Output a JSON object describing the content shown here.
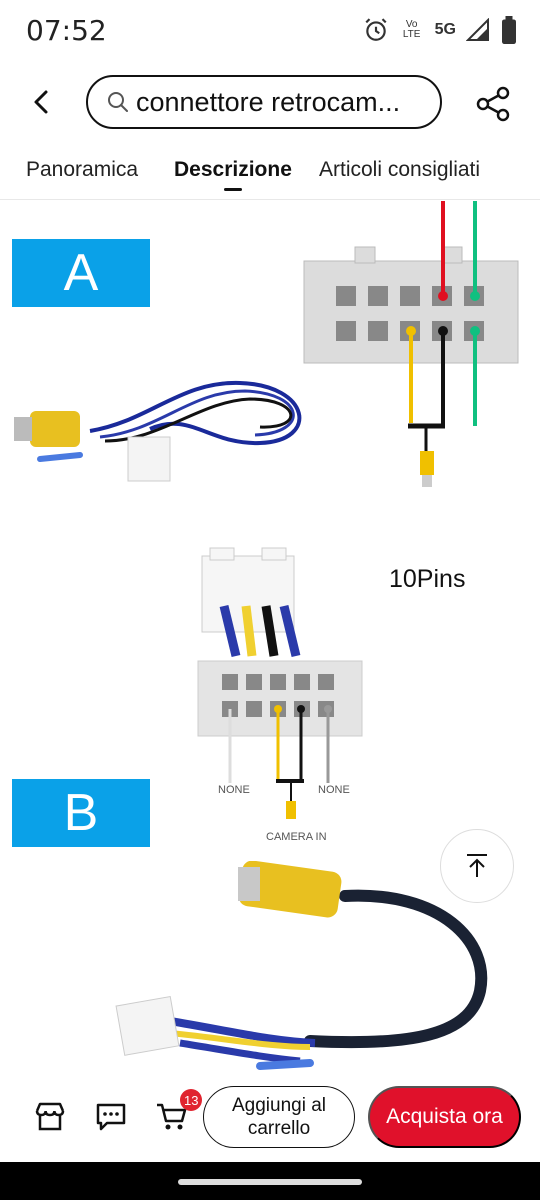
{
  "status": {
    "time": "07:52",
    "network": "5G",
    "volte": "Vo LTE"
  },
  "search": {
    "value": "connettore retrocam..."
  },
  "tabs": [
    {
      "label": "Panoramica"
    },
    {
      "label": "Descrizione"
    },
    {
      "label": "Articoli consigliati"
    }
  ],
  "content": {
    "badge_a": "A",
    "badge_b": "B",
    "pins_label": "10Pins",
    "none_left": "NONE",
    "none_right": "NONE",
    "camera_in": "CAMERA IN"
  },
  "bottom": {
    "cart_count": "13",
    "add_to_cart": "Aggiungi al carrello",
    "buy_now": "Acquista ora"
  },
  "colors": {
    "accent_red": "#e0112b",
    "badge_blue": "#0aa1e8"
  }
}
